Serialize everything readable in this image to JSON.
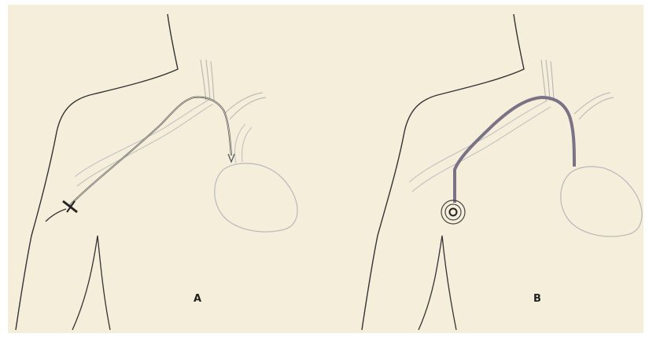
{
  "figure": {
    "background": "#f5eedb",
    "line_color": "#3a3a3a",
    "vessel_color": "#b8b8b8",
    "catheter_color": "#7a7285",
    "panels": [
      {
        "label": "A",
        "content": "percutaneous-catheter-illustration"
      },
      {
        "label": "B",
        "content": "implanted-port-catheter-illustration"
      }
    ]
  }
}
